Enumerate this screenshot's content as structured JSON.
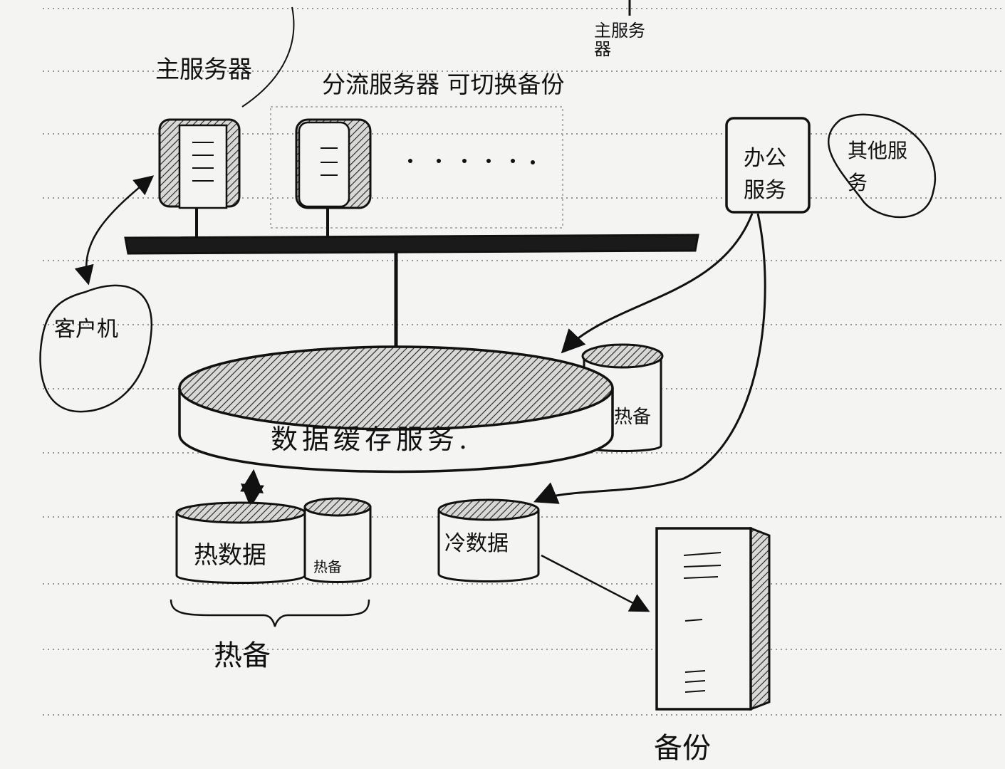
{
  "diagram": {
    "labels": {
      "primary_server": "主服务器",
      "standby_servers": "分流服务器 可切换备份",
      "main_server_note": "主服务器",
      "office_server": "办公服务",
      "other_service": "其他服务",
      "client": "客户机",
      "cache_service": "数据缓存服务.",
      "cache_backup": "热备",
      "hot_data": "热数据",
      "hot_backup": "热备",
      "cold_data": "冷数据",
      "hot_group": "热备",
      "backup_store": "备份"
    },
    "icons": {
      "server": "server-icon",
      "database": "database-cylinder-icon",
      "arrow": "arrow-icon"
    },
    "colors": {
      "ink": "#111111",
      "paper": "#f4f4f2",
      "rule": "#777777"
    }
  }
}
